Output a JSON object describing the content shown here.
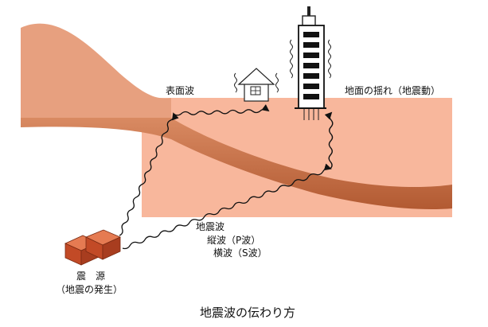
{
  "labels": {
    "surface_wave": "表面波",
    "ground_shaking": "地面の揺れ（地震動）",
    "seismic_wave": "地震波",
    "p_wave": "縦波（P波）",
    "s_wave": "横波（S波）",
    "hypocenter": "震　源",
    "hypocenter_note": "（地震の発生）"
  },
  "caption": "地震波の伝わり方",
  "colors": {
    "surface_layer": "#f8b79c",
    "mountain": "#e7a07f",
    "deep_layer": "#c66b43",
    "source_block_front": "#c24a26",
    "source_block_top": "#e57b52",
    "wave_line": "#111111"
  }
}
